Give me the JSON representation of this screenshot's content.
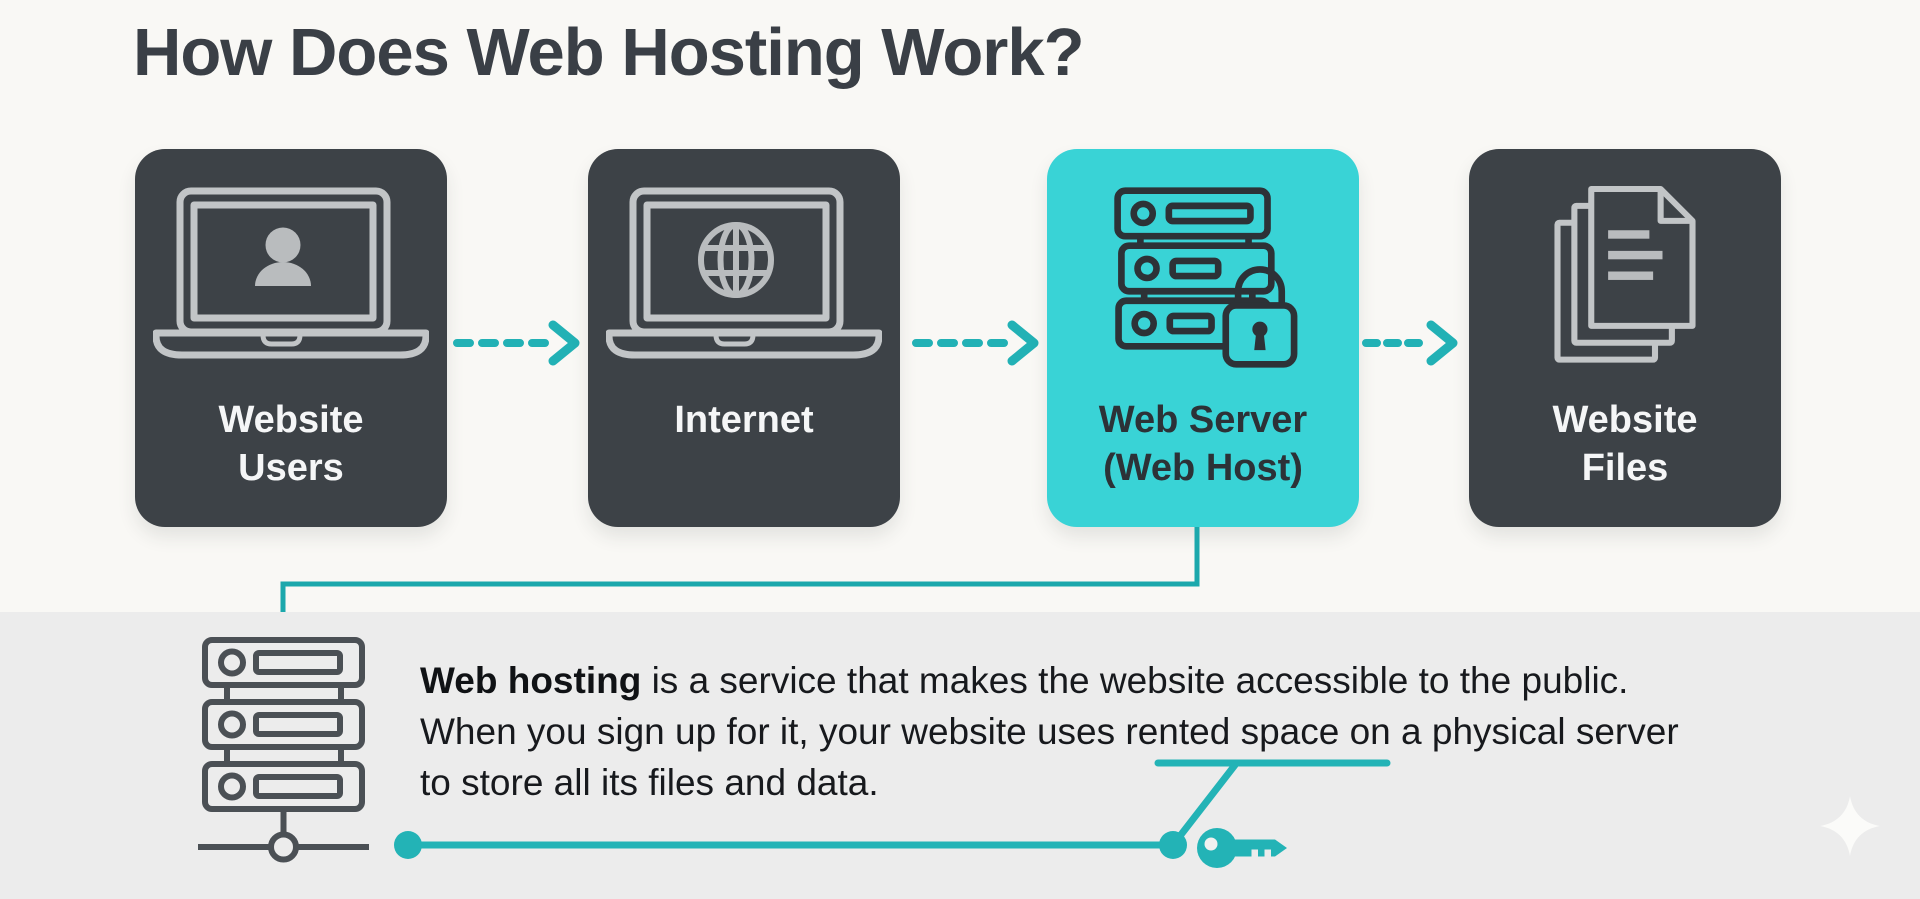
{
  "title": "How Does Web Hosting Work?",
  "colors": {
    "background": "#f9f8f5",
    "band": "#ececec",
    "box_dark": "#3d4247",
    "box_teal": "#39d3d6",
    "accent_teal": "#22b1b5",
    "connector_teal": "#1ca8ac",
    "title_text": "#3a3f46",
    "box_label_light": "#f5f6f7",
    "box_label_dark": "#2c3237",
    "body_text": "#17191d",
    "icon_stroke_light": "#c2c5c7",
    "icon_stroke_dark": "#2d3237",
    "icon_stroke_gray": "#4b5055"
  },
  "flow": {
    "boxes": [
      {
        "id": "website-users",
        "icon": "laptop-user-icon",
        "lines": [
          "Website",
          "Users"
        ]
      },
      {
        "id": "internet",
        "icon": "laptop-globe-icon",
        "lines": [
          "Internet"
        ]
      },
      {
        "id": "web-server",
        "icon": "server-lock-icon",
        "lines": [
          "Web Server",
          "(Web Host)"
        ],
        "highlighted": true
      },
      {
        "id": "website-files",
        "icon": "documents-icon",
        "lines": [
          "Website",
          "Files"
        ]
      }
    ],
    "arrow_style": "dashed-teal"
  },
  "callout": {
    "bold_lead": "Web hosting",
    "line1_rest": " is a service that makes the website accessible to the public.",
    "line2": "When you sign up for it, your website uses rented space on a physical server",
    "line3": "to store all its files and data.",
    "underlined_phrase": "rented space on a physical",
    "icons": [
      "server-network-icon",
      "key-icon",
      "sparkle-icon"
    ]
  }
}
